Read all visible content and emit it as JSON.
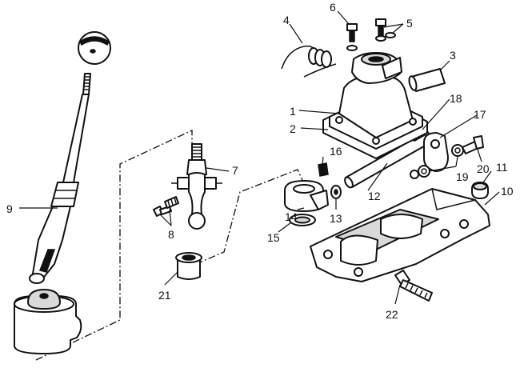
{
  "colors": {
    "ink": "#111111",
    "paper": "#ffffff",
    "shade": "#d9d9d9"
  },
  "callouts": {
    "c1": "1",
    "c2": "2",
    "c3": "3",
    "c4": "4",
    "c5": "5",
    "c6": "6",
    "c7": "7",
    "c8": "8",
    "c9": "9",
    "c10": "10",
    "c11": "11",
    "c12": "12",
    "c13": "13",
    "c14": "14",
    "c15": "15",
    "c16": "16",
    "c17": "17",
    "c18": "18",
    "c19": "19",
    "c20": "20",
    "c21": "21",
    "c22": "22"
  }
}
